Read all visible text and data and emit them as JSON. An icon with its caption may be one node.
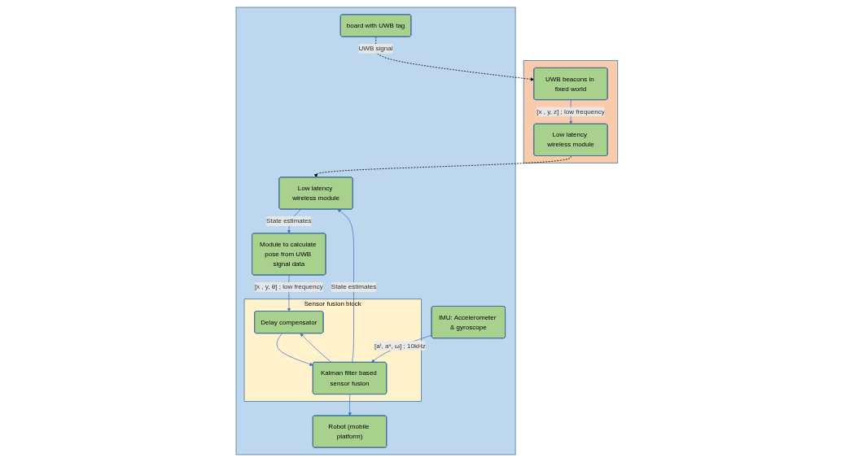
{
  "diagram": {
    "nodes": [
      {
        "text": [],
        "shape": "box"
      },
      {
        "text": [
          "UWB beacons in fixed world"
        ],
        "in": 0
      },
      {
        "text": [
          "Low latency wireless module"
        ],
        "in": 0
      },
      {
        "text": [],
        "shape": "box"
      },
      {
        "text": [
          "Module to calculate pose from UWB signal data"
        ],
        "in": 3
      },
      {
        "text": [
          "Low latency wireless module"
        ],
        "in": 3
      },
      {
        "text": [
          "board with UWB tag"
        ],
        "in": 3
      },
      {
        "text": [
          "Sensor fusion block"
        ],
        "in": 3
      },
      {
        "text": [
          "Delay compensator"
        ],
        "in": 7
      },
      {
        "text": [
          "Kalman filter based sensor fusion"
        ],
        "in": 7
      },
      {
        "text": [
          "IMU: Accelerometer & gyroscope"
        ],
        "in": 3
      },
      {
        "text": [
          "Robot (mobile platform)"
        ],
        "in": 3
      }
    ],
    "edges": [
      {
        "from": 6,
        "to": 1,
        "arrow": "to",
        "label": "UWB signal",
        "style": "dashed",
        "color": "#000000"
      },
      {
        "from": 1,
        "to": 2,
        "arrow": "to",
        "label": "[x , y, z] ; low frequency"
      },
      {
        "from": 2,
        "to": 5,
        "arrow": "to",
        "style": "dashed",
        "color": "#000000"
      },
      {
        "from": 5,
        "to": 4,
        "arrow": "to",
        "label": "State estimates"
      },
      {
        "from": 4,
        "to": 8,
        "arrow": "to",
        "label": "[x , y, θ] ; low frequency"
      },
      {
        "from": 8,
        "to": 9,
        "arrow": "to"
      },
      {
        "from": 10,
        "to": 9,
        "arrow": "to",
        "label": "[aᵗ, aⁿ, ω] ; 10kHz"
      },
      {
        "from": 9,
        "to": 11,
        "arrow": "to"
      },
      {
        "from": 9,
        "to": 5,
        "arrow": "to",
        "label": "State estimates"
      },
      {
        "from": 9,
        "to": 8,
        "arrow": "to"
      }
    ]
  }
}
